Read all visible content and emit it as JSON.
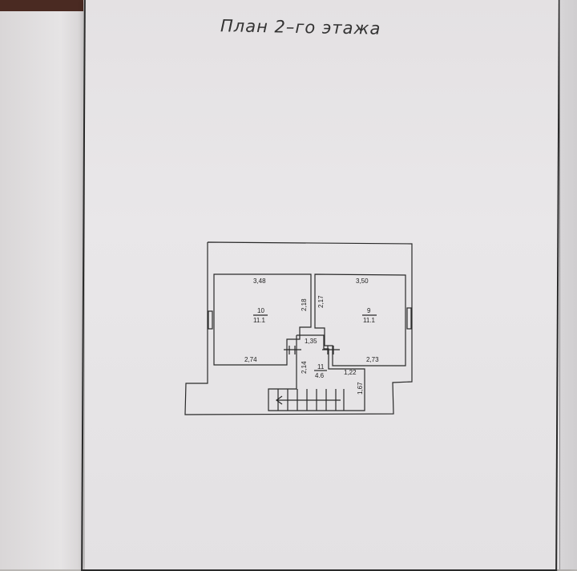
{
  "title": "План 2–го этажа",
  "rooms": [
    {
      "number": "10",
      "area": "11.1",
      "width_top": "3,48",
      "width_bottom": "2,74",
      "height": "2,18"
    },
    {
      "number": "9",
      "area": "11.1",
      "width_top": "3,50",
      "width_bottom": "2,73",
      "height": "2,17"
    },
    {
      "number": "11",
      "area": "4.6",
      "width_top": "1,35",
      "height": "2,14",
      "side_width": "1,22",
      "side_height": "1,67"
    }
  ]
}
